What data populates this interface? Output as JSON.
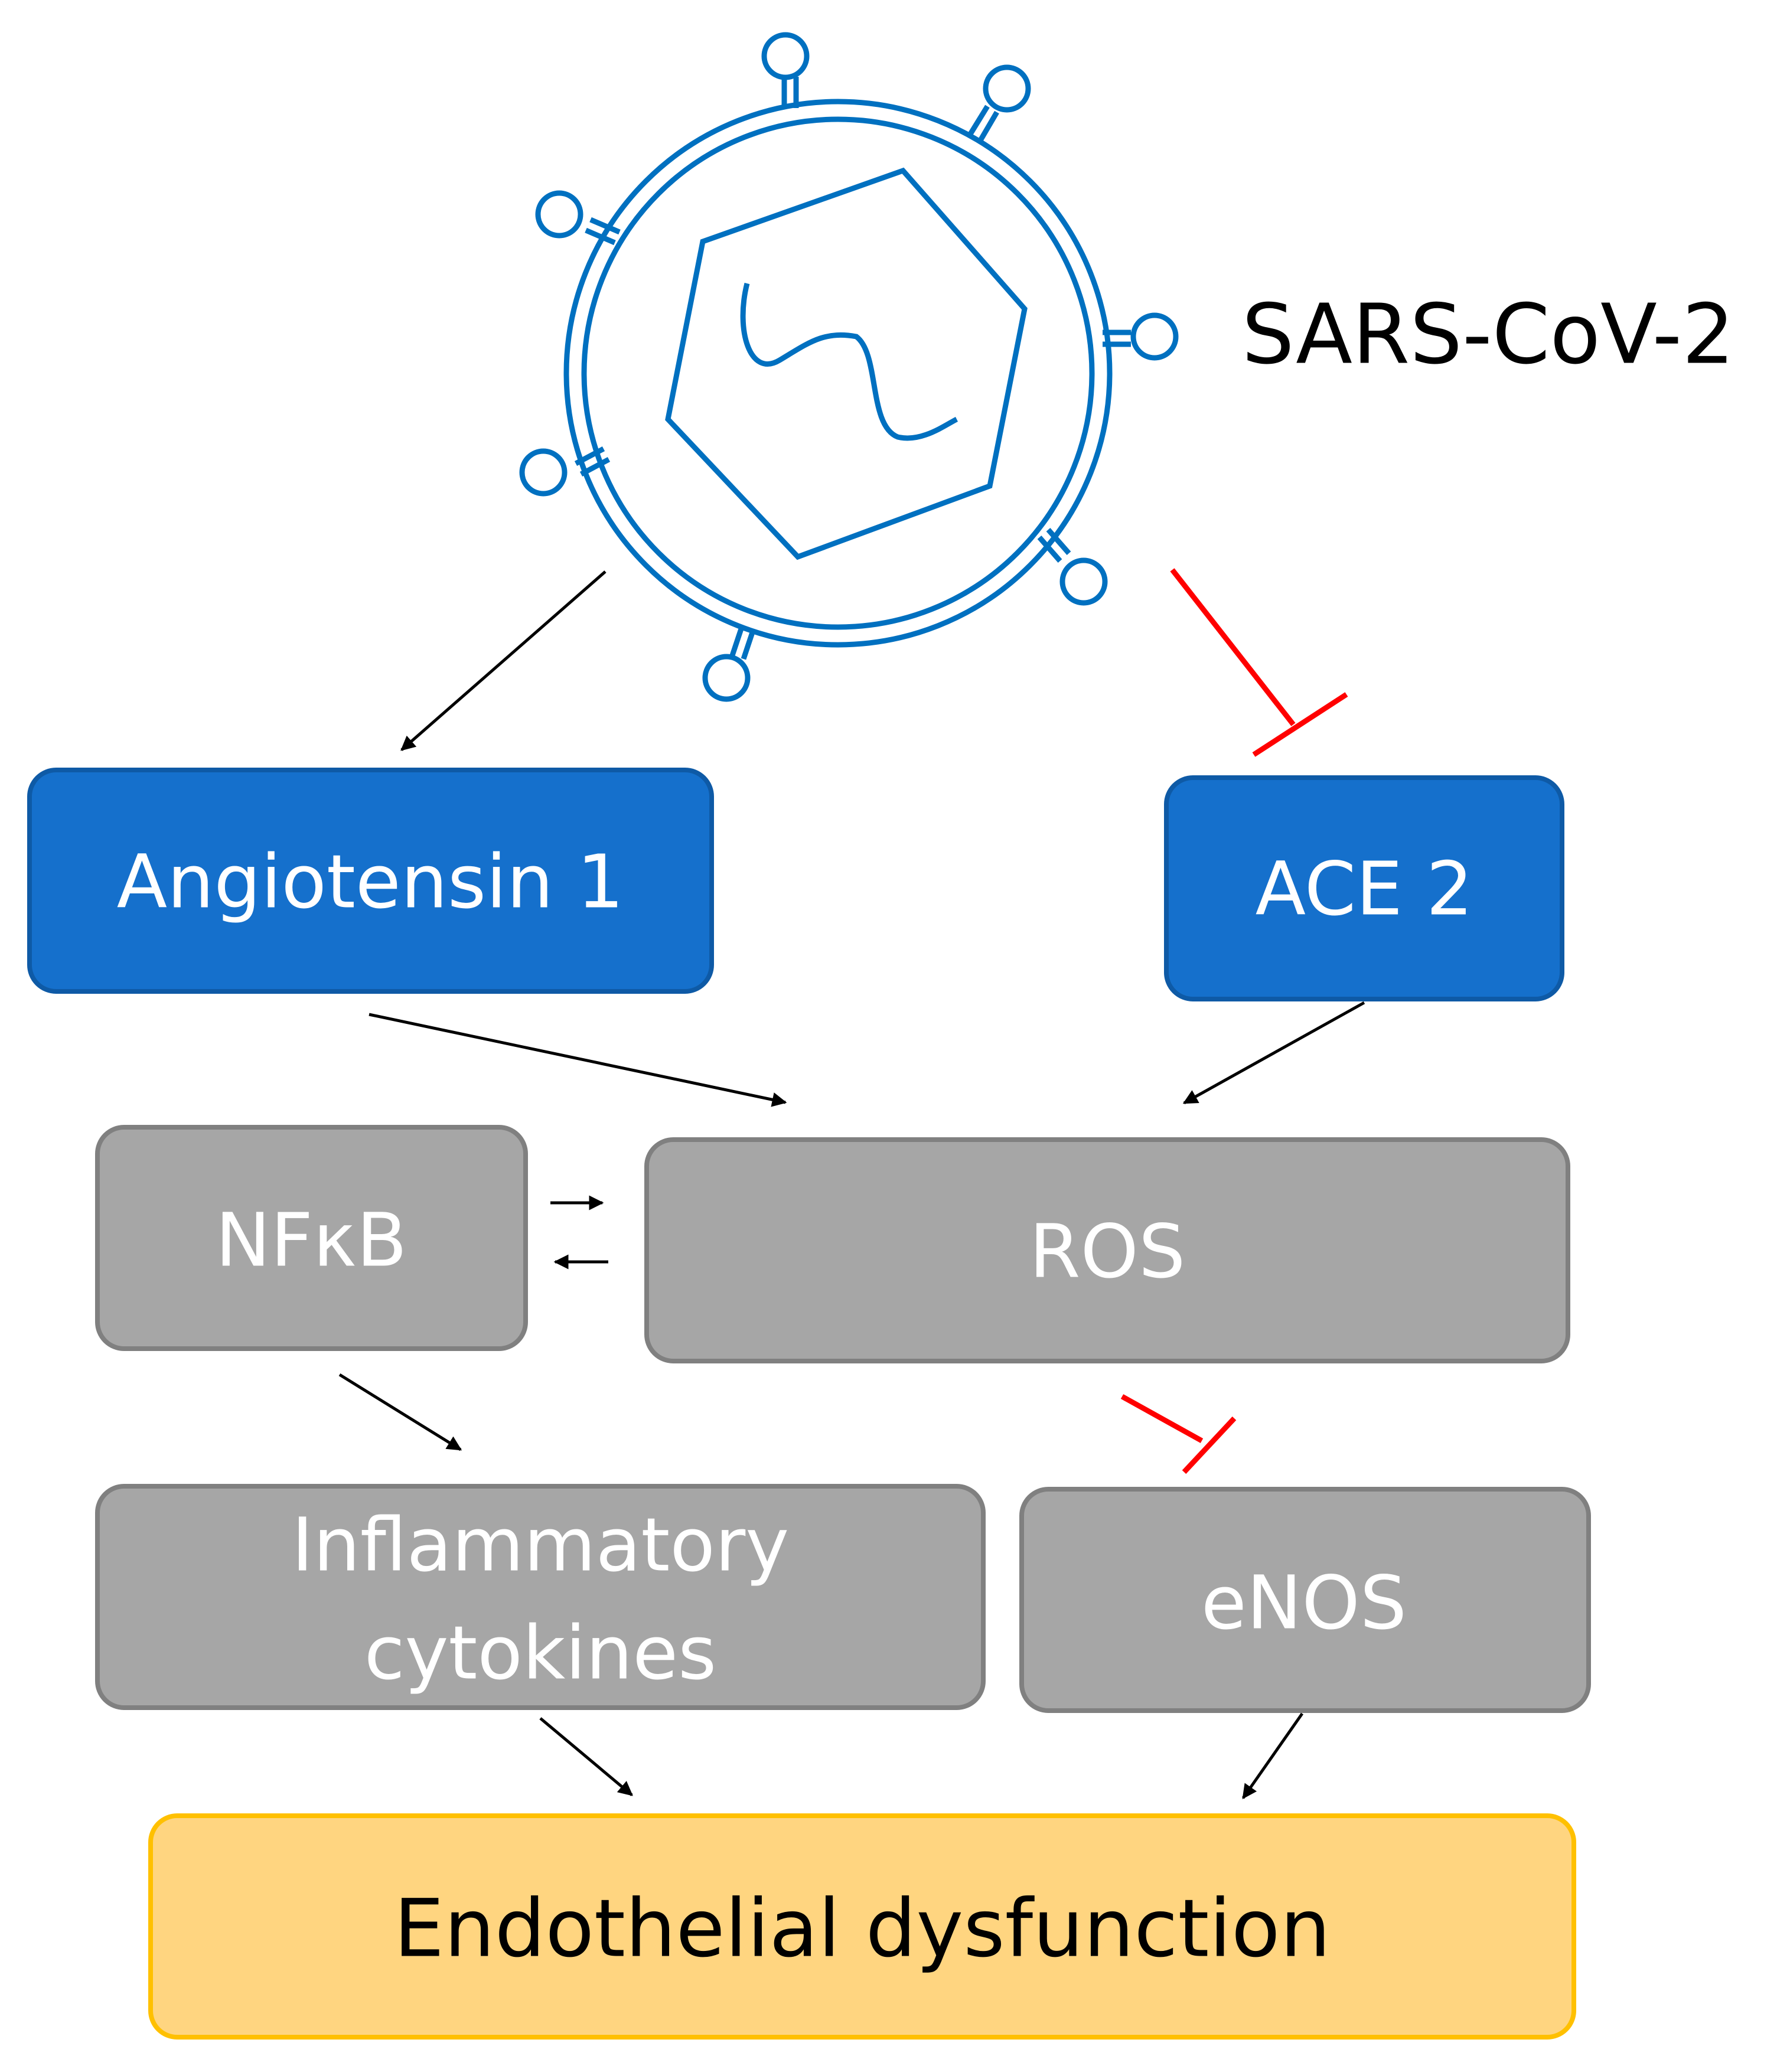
{
  "virus": {
    "label": "SARS-CoV-2"
  },
  "nodes": {
    "angiotensin": {
      "label": "Angiotensin 1"
    },
    "ace2": {
      "label": "ACE 2"
    },
    "nfkb": {
      "label": "NFκB"
    },
    "ros": {
      "label": "ROS"
    },
    "inflammatory": {
      "line1": "Inflammatory",
      "line2": "cytokines"
    },
    "enos": {
      "label": "eNOS"
    },
    "endothelial": {
      "label": "Endothelial dysfunction"
    }
  },
  "colors": {
    "virus": "#0070C0",
    "blue_box": "#1570CC",
    "grey_box": "#A6A6A6",
    "yellow_box": "#FFD580",
    "activation": "#000000",
    "inhibition": "#FF0000",
    "box_text_light": "#FFFFFF",
    "box_text_dark": "#000000"
  }
}
